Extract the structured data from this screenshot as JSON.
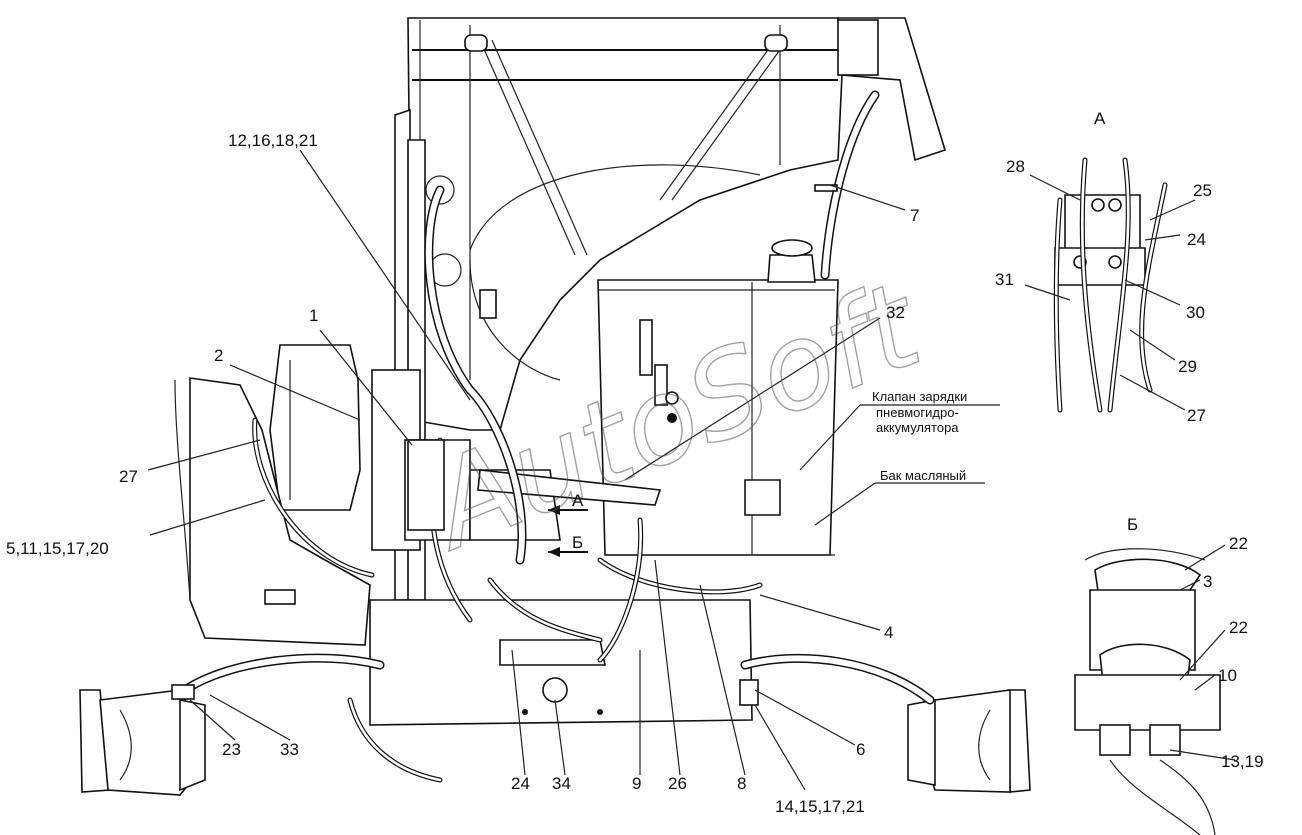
{
  "watermark": "AutoSoft",
  "view_labels": {
    "a": "А",
    "b": "Б"
  },
  "section_markers": {
    "a": "А",
    "b": "Б"
  },
  "notes": {
    "valve_line1": "Клапан зарядки",
    "valve_line2": "пневмогидро-",
    "valve_line3": "аккумулятора",
    "tank": "Бак масляный"
  },
  "callouts": {
    "c12_16_18_21": "12,16,18,21",
    "c7": "7",
    "c32": "32",
    "c1": "1",
    "c2": "2",
    "c27_left": "27",
    "c5_11_15_17_20": "5,11,15,17,20",
    "c4": "4",
    "c6": "6",
    "c23": "23",
    "c33": "33",
    "c24": "24",
    "c34": "34",
    "c9": "9",
    "c26": "26",
    "c8": "8",
    "c14_15_17_21": "14,15,17,21",
    "a28": "28",
    "a25": "25",
    "a24": "24",
    "a31": "31",
    "a30": "30",
    "a29": "29",
    "a27": "27",
    "b22_top": "22",
    "b3": "3",
    "b22_mid": "22",
    "b10": "10",
    "b13_19": "13,19"
  }
}
